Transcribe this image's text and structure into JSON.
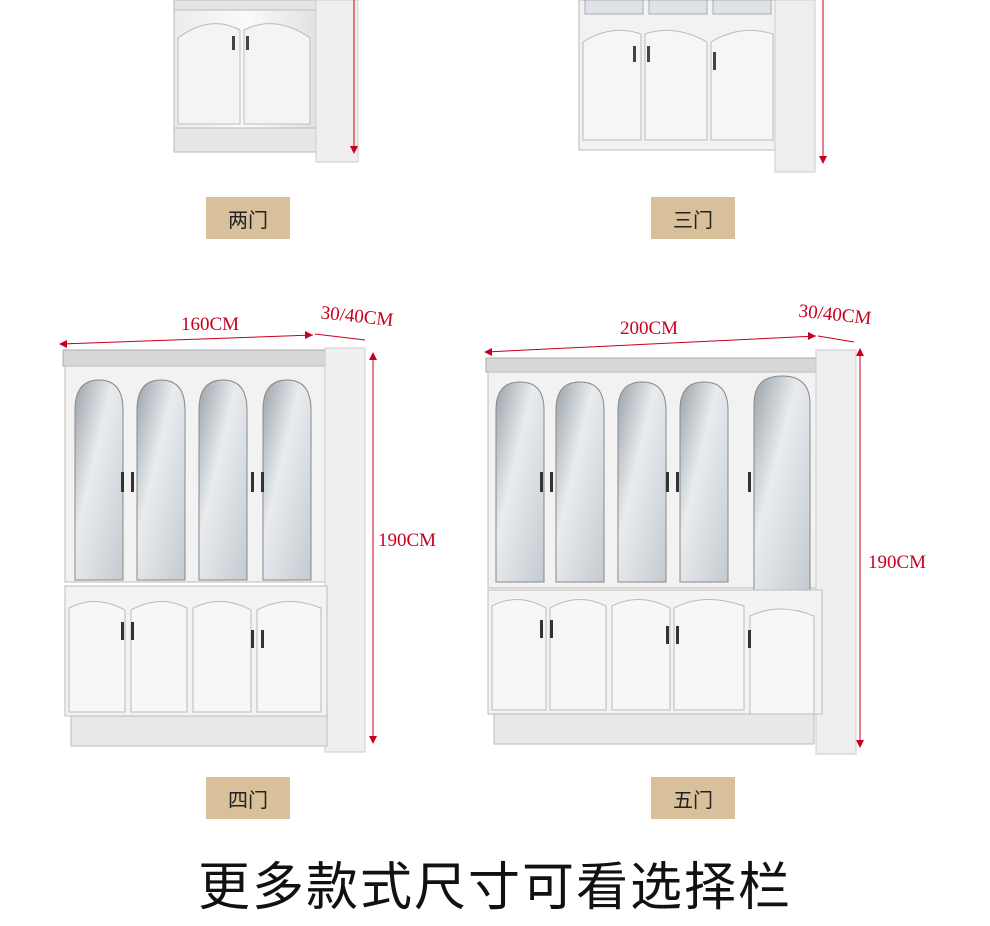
{
  "labels": {
    "two_door": "两门",
    "three_door": "三门",
    "four_door": "四门",
    "five_door": "五门"
  },
  "dimensions": {
    "four_width": "160CM",
    "four_depth": "30/40CM",
    "four_height": "190CM",
    "five_width": "200CM",
    "five_depth": "30/40CM",
    "five_height": "190CM"
  },
  "footer_text": "更多款式尺寸可看选择栏",
  "colors": {
    "label_bg": "#d8c09a",
    "dimension": "#c8001e"
  }
}
